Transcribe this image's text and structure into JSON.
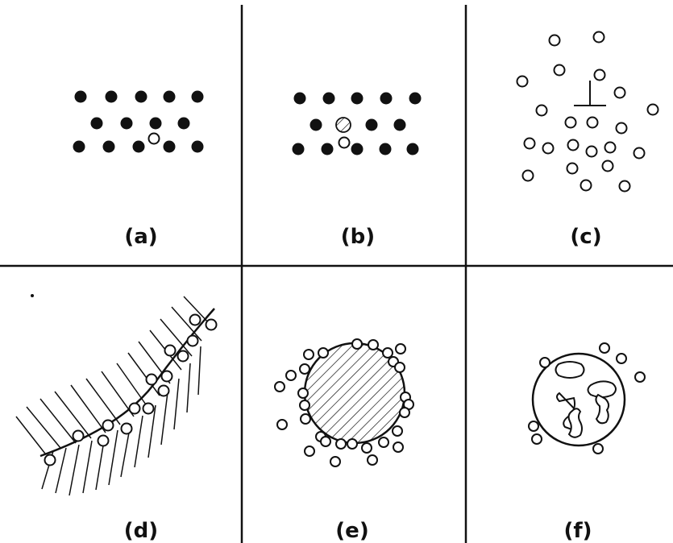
{
  "figure": {
    "panels": [
      {
        "id": "a",
        "label": "(a)"
      },
      {
        "id": "b",
        "label": "(b)"
      },
      {
        "id": "c",
        "label": "(c)"
      },
      {
        "id": "d",
        "label": "(d)"
      },
      {
        "id": "e",
        "label": "(e)"
      },
      {
        "id": "f",
        "label": "(f)"
      }
    ]
  },
  "colors": {
    "ink": "#111111",
    "paper": "#ffffff"
  }
}
